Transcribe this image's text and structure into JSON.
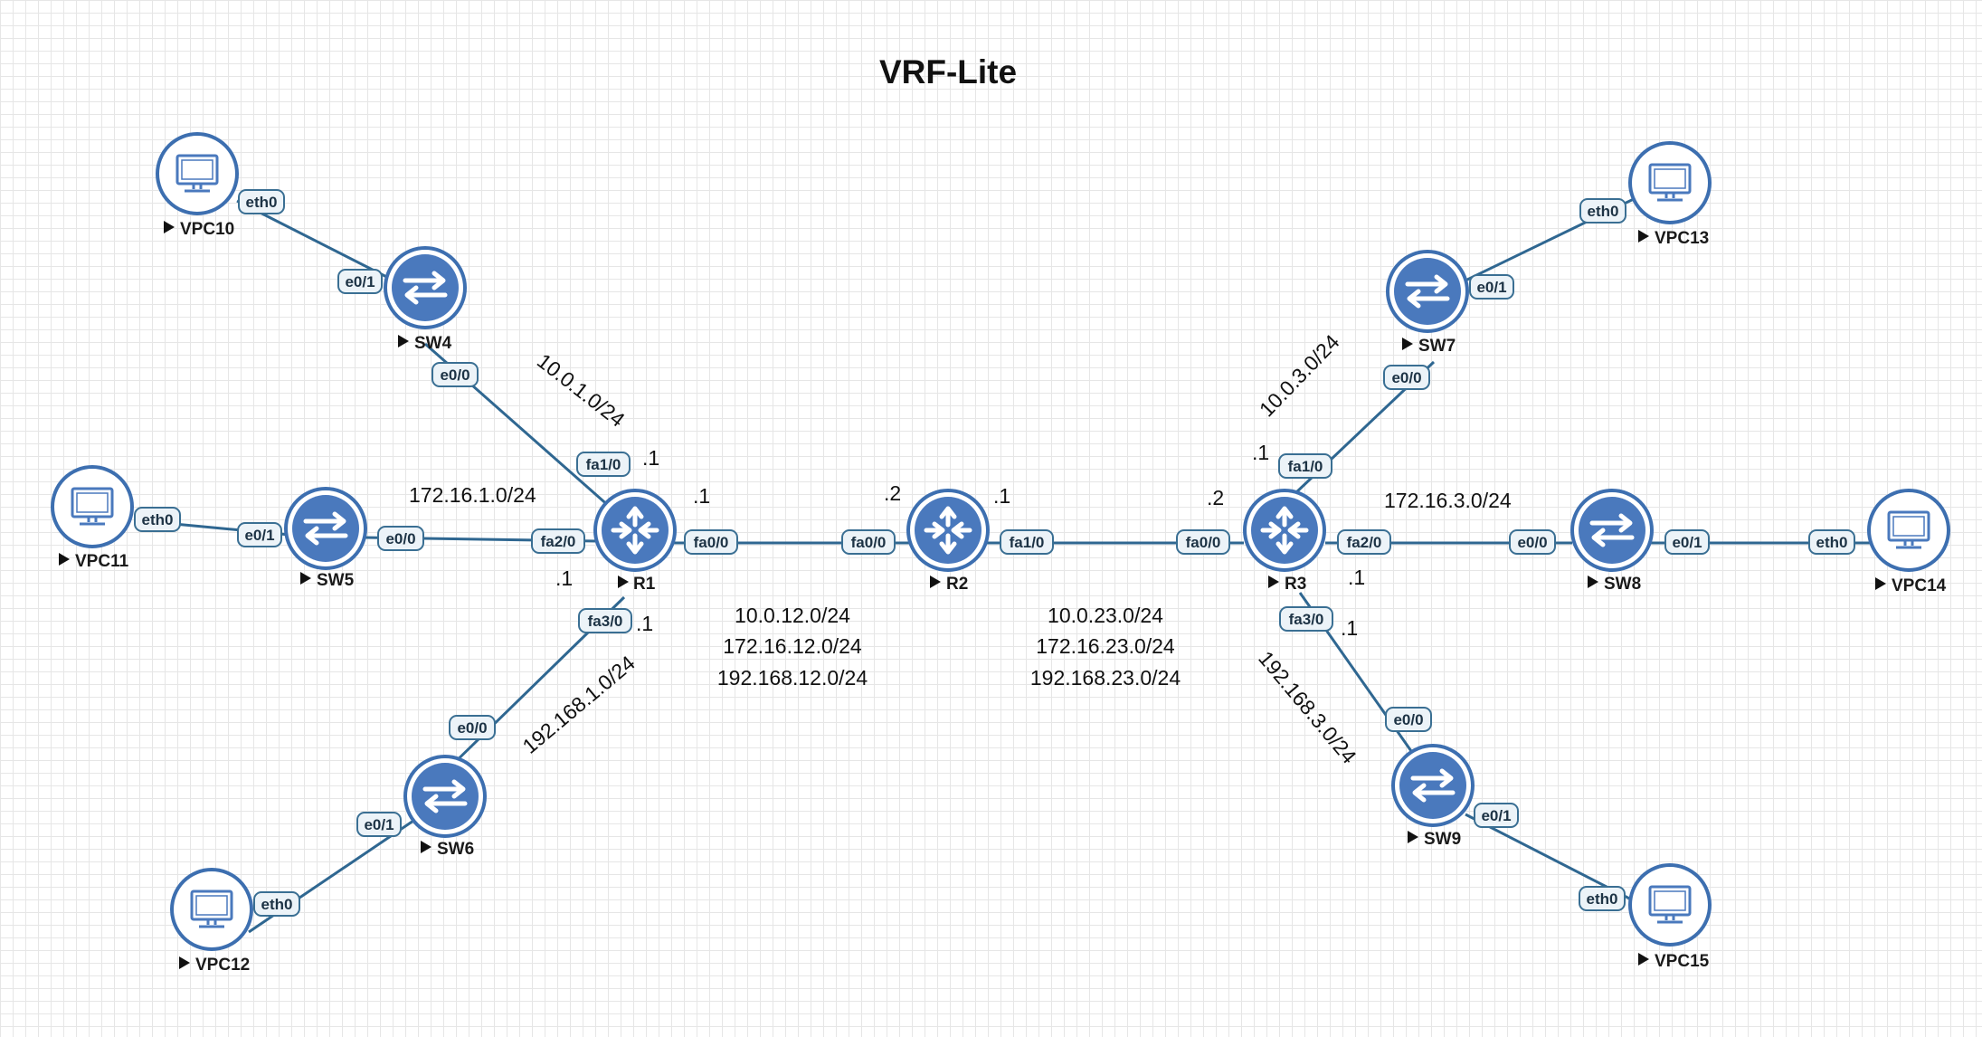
{
  "title": "VRF-Lite",
  "nodes": [
    {
      "id": "R1",
      "type": "router",
      "label": "R1"
    },
    {
      "id": "R2",
      "type": "router",
      "label": "R2"
    },
    {
      "id": "R3",
      "type": "router",
      "label": "R3"
    },
    {
      "id": "SW4",
      "type": "switch",
      "label": "SW4"
    },
    {
      "id": "SW5",
      "type": "switch",
      "label": "SW5"
    },
    {
      "id": "SW6",
      "type": "switch",
      "label": "SW6"
    },
    {
      "id": "SW7",
      "type": "switch",
      "label": "SW7"
    },
    {
      "id": "SW8",
      "type": "switch",
      "label": "SW8"
    },
    {
      "id": "SW9",
      "type": "switch",
      "label": "SW9"
    },
    {
      "id": "VPC10",
      "type": "pc",
      "label": "VPC10"
    },
    {
      "id": "VPC11",
      "type": "pc",
      "label": "VPC11"
    },
    {
      "id": "VPC12",
      "type": "pc",
      "label": "VPC12"
    },
    {
      "id": "VPC13",
      "type": "pc",
      "label": "VPC13"
    },
    {
      "id": "VPC14",
      "type": "pc",
      "label": "VPC14"
    },
    {
      "id": "VPC15",
      "type": "pc",
      "label": "VPC15"
    }
  ],
  "links": [
    {
      "a": "VPC10",
      "a_port": "eth0",
      "b": "SW4",
      "b_port": "e0/1"
    },
    {
      "a": "SW4",
      "a_port": "e0/0",
      "b": "R1",
      "b_port": "fa1/0"
    },
    {
      "a": "VPC11",
      "a_port": "eth0",
      "b": "SW5",
      "b_port": "e0/1"
    },
    {
      "a": "SW5",
      "a_port": "e0/0",
      "b": "R1",
      "b_port": "fa2/0"
    },
    {
      "a": "R1",
      "a_port": "fa3/0",
      "b": "SW6",
      "b_port": "e0/0"
    },
    {
      "a": "SW6",
      "a_port": "e0/1",
      "b": "VPC12",
      "b_port": "eth0"
    },
    {
      "a": "R1",
      "a_port": "fa0/0",
      "b": "R2",
      "b_port": "fa0/0"
    },
    {
      "a": "R2",
      "a_port": "fa1/0",
      "b": "R3",
      "b_port": "fa0/0"
    },
    {
      "a": "R3",
      "a_port": "fa1/0",
      "b": "SW7",
      "b_port": "e0/0"
    },
    {
      "a": "SW7",
      "a_port": "e0/1",
      "b": "VPC13",
      "b_port": "eth0"
    },
    {
      "a": "R3",
      "a_port": "fa2/0",
      "b": "SW8",
      "b_port": "e0/0"
    },
    {
      "a": "SW8",
      "a_port": "e0/1",
      "b": "VPC14",
      "b_port": "eth0"
    },
    {
      "a": "R3",
      "a_port": "fa3/0",
      "b": "SW9",
      "b_port": "e0/0"
    },
    {
      "a": "SW9",
      "a_port": "e0/1",
      "b": "VPC15",
      "b_port": "eth0"
    }
  ],
  "notes": {
    "r1_sw4_net": "10.0.1.0/24",
    "r1_fa1_host": ".1",
    "r1_sw5_net": "172.16.1.0/24",
    "r1_fa0_host": ".1",
    "r1_fa2_host": ".1",
    "r1_fa3_host": ".1",
    "r1_sw6_net": "192.168.1.0/24",
    "r1r2_net1": "10.0.12.0/24",
    "r1r2_net2": "172.16.12.0/24",
    "r1r2_net3": "192.168.12.0/24",
    "r2_fa0_host": ".2",
    "r2_fa1_host": ".1",
    "r2r3_net1": "10.0.23.0/24",
    "r2r3_net2": "172.16.23.0/24",
    "r2r3_net3": "192.168.23.0/24",
    "r3_fa0_host": ".2",
    "r3_sw7_net": "10.0.3.0/24",
    "r3_fa1_host": ".1",
    "r3_sw8_net": "172.16.3.0/24",
    "r3_fa2_host": ".1",
    "r3_fa3_host": ".1",
    "r3_sw9_net": "192.168.3.0/24"
  },
  "colors": {
    "node_ring": "#3d6fb0",
    "node_fill": "#4a79bd",
    "link": "#2f6791",
    "grid": "#e6e6e6"
  }
}
